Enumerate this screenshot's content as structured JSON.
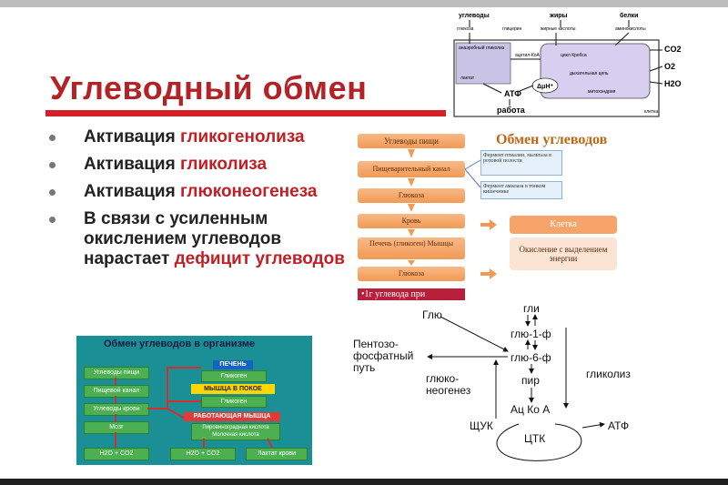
{
  "title": "Углеводный обмен",
  "bullets": [
    {
      "prefix": "Активация",
      "highlight": "гликогенолиза",
      "suffix": ""
    },
    {
      "prefix": "Активация",
      "highlight": "гликолиза",
      "suffix": ""
    },
    {
      "prefix": "Активация",
      "highlight": "глюконеогенеза",
      "suffix": ""
    },
    {
      "prefix": "В связи с усиленным окислением углеводов нарастает",
      "highlight": "дефицит углеводов",
      "suffix": ""
    }
  ],
  "diagram_top": {
    "sources": [
      "углеводы",
      "жиры",
      "белки"
    ],
    "source_sub": [
      "глюкоза",
      "глицерин",
      "жирные кислоты",
      "аминокислоты"
    ],
    "labels": [
      "анаэробный гликолиз",
      "ацетил-КоА",
      "цикл Кребса",
      "дыхательная цепь",
      "лактат",
      "АТФ",
      "ΔμН⁺",
      "митохондрия",
      "работа",
      "клетка"
    ],
    "products": [
      "CO2",
      "O2",
      "H2O"
    ]
  },
  "diagram_mid": {
    "title": "Обмен углеводов",
    "steps": [
      "Углеводы пищи",
      "Пищеварительный канал",
      "Глюкоза",
      "Кровь",
      "Печень (гликоген) Мышцы",
      "Глюкоза"
    ],
    "enzymes": [
      "Фермент птиалин, мальтаза в ротовой полости",
      "Фермент амилаза в тонком кишечнике"
    ],
    "cell": "Клетка",
    "oxidation": "Окисление с выделением энергии",
    "note": "•1г углевода при"
  },
  "diagram_bl": {
    "title": "Обмен углеводов в организме",
    "left": [
      "Углеводы пищи",
      "Пищевой канал",
      "Углеводы крови",
      "Мозг",
      "H2O + CO2"
    ],
    "liver": "ПЕЧЕНЬ",
    "glycogen": "Гликоген",
    "rest": "МЫШЦА В ПОКОЕ",
    "work": "РАБОТАЮЩАЯ МЫШЦА",
    "work_sub": "Пировиноградная кислота Молочная кислота",
    "bottom_mid": "H2O + CO2",
    "bottom_right": "Лактат крови"
  },
  "diagram_br": {
    "gli": "гли",
    "glu": "Глю",
    "g1p": "глю-1-ф",
    "g6p": "глю-6-ф",
    "pir": "пир",
    "acoa": "Ац Ко А",
    "ppp": "Пентозо-\nфосфатный\nпуть",
    "gng": "глюко-\nнеогенез",
    "glycolysis": "гликолиз",
    "shuk": "ЩУК",
    "tca": "ЦТК",
    "atf": "АТФ"
  }
}
